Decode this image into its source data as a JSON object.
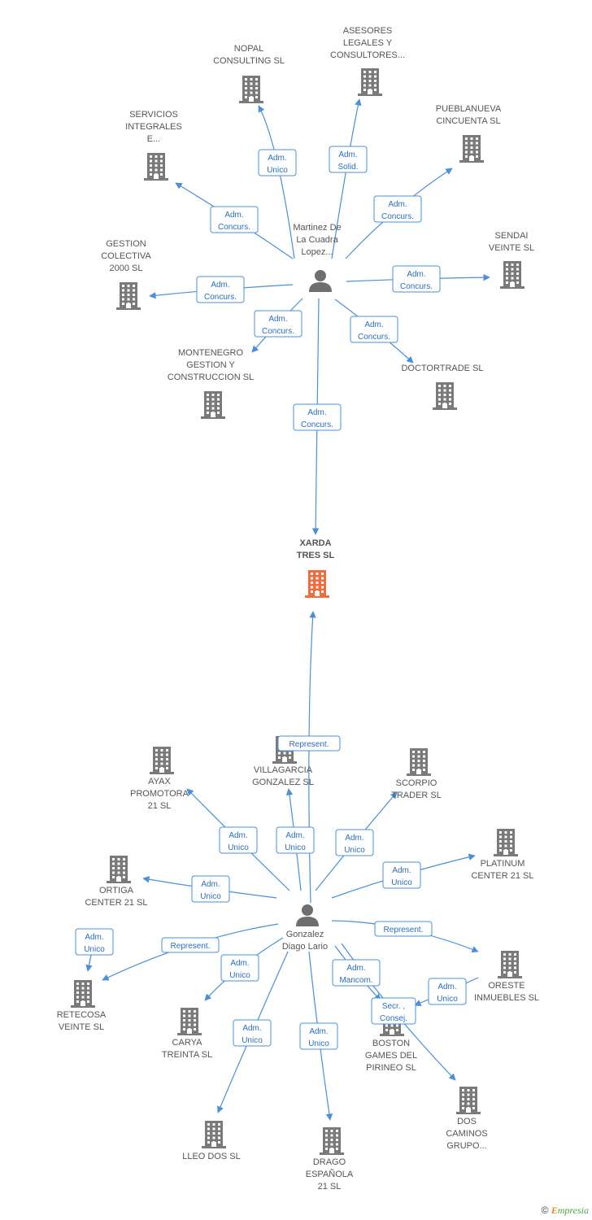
{
  "center": {
    "label": [
      "XARDA",
      "TRES SL"
    ],
    "color": "#f26b3a"
  },
  "persons": [
    {
      "id": "p1",
      "label": [
        "Martinez De",
        "La Cuadra",
        "Lopez..."
      ]
    },
    {
      "id": "p2",
      "label": [
        "Gonzalez",
        "Diago Lario"
      ]
    }
  ],
  "companies": [
    {
      "id": "c1",
      "label": [
        "NOPAL",
        "CONSULTING SL"
      ]
    },
    {
      "id": "c2",
      "label": [
        "ASESORES",
        "LEGALES Y",
        "CONSULTORES..."
      ]
    },
    {
      "id": "c3",
      "label": [
        "SERVICIOS",
        "INTEGRALES",
        "E..."
      ]
    },
    {
      "id": "c4",
      "label": [
        "PUEBLANUEVA",
        "CINCUENTA SL"
      ]
    },
    {
      "id": "c5",
      "label": [
        "GESTION",
        "COLECTIVA",
        "2000 SL"
      ]
    },
    {
      "id": "c6",
      "label": [
        "SENDAI",
        "VEINTE SL"
      ]
    },
    {
      "id": "c7",
      "label": [
        "MONTENEGRO",
        "GESTION Y",
        "CONSTRUCCION SL"
      ]
    },
    {
      "id": "c8",
      "label": [
        "DOCTORTRADE SL"
      ]
    },
    {
      "id": "c9",
      "label": [
        "AYAX",
        "PROMOTORA",
        "21 SL"
      ]
    },
    {
      "id": "c10",
      "label": [
        "VILLAGARCIA",
        "GONZALEZ SL"
      ]
    },
    {
      "id": "c11",
      "label": [
        "SCORPIO",
        "TRADER SL"
      ]
    },
    {
      "id": "c12",
      "label": [
        "PLATINUM",
        "CENTER 21 SL"
      ]
    },
    {
      "id": "c13",
      "label": [
        "ORTIGA",
        "CENTER 21 SL"
      ]
    },
    {
      "id": "c14",
      "label": [
        "RETECOSA",
        "VEINTE SL"
      ]
    },
    {
      "id": "c15",
      "label": [
        "CARYA",
        "TREINTA SL"
      ]
    },
    {
      "id": "c16",
      "label": [
        "ORESTE",
        "INMUEBLES SL"
      ]
    },
    {
      "id": "c17",
      "label": [
        "BOSTON",
        "GAMES DEL",
        "PIRINEO  SL"
      ]
    },
    {
      "id": "c18",
      "label": [
        "DOS",
        "CAMINOS",
        "GRUPO..."
      ]
    },
    {
      "id": "c19",
      "label": [
        "LLEO DOS SL"
      ]
    },
    {
      "id": "c20",
      "label": [
        "DRAGO",
        "ESPAÑOLA",
        "21 SL"
      ]
    }
  ],
  "relations": [
    {
      "from": "p1",
      "to": "c1",
      "role": [
        "Adm.",
        "Unico"
      ]
    },
    {
      "from": "p1",
      "to": "c2",
      "role": [
        "Adm.",
        "Solid."
      ]
    },
    {
      "from": "p1",
      "to": "c3",
      "role": [
        "Adm.",
        "Concurs."
      ]
    },
    {
      "from": "p1",
      "to": "c4",
      "role": [
        "Adm.",
        "Concurs."
      ]
    },
    {
      "from": "p1",
      "to": "c5",
      "role": [
        "Adm.",
        "Concurs."
      ]
    },
    {
      "from": "p1",
      "to": "c6",
      "role": [
        "Adm.",
        "Concurs."
      ]
    },
    {
      "from": "p1",
      "to": "c7",
      "role": [
        "Adm.",
        "Concurs."
      ]
    },
    {
      "from": "p1",
      "to": "c8",
      "role": [
        "Adm.",
        "Concurs."
      ]
    },
    {
      "from": "p1",
      "to": "center",
      "role": [
        "Adm.",
        "Concurs."
      ]
    },
    {
      "from": "p2",
      "to": "center",
      "role": [
        "Represent."
      ]
    },
    {
      "from": "p2",
      "to": "c9",
      "role": [
        "Adm.",
        "Unico"
      ]
    },
    {
      "from": "p2",
      "to": "c10",
      "role": [
        "Adm.",
        "Unico"
      ]
    },
    {
      "from": "p2",
      "to": "c11",
      "role": [
        "Adm.",
        "Unico"
      ]
    },
    {
      "from": "p2",
      "to": "c12",
      "role": [
        "Adm.",
        "Unico"
      ]
    },
    {
      "from": "p2",
      "to": "c13",
      "role": [
        "Adm.",
        "Unico"
      ]
    },
    {
      "from": "p2",
      "to": "c14",
      "role": [
        "Represent."
      ]
    },
    {
      "from": "c13",
      "to": "c14",
      "role": [
        "Adm.",
        "Unico"
      ]
    },
    {
      "from": "p2",
      "to": "c15",
      "role": [
        "Adm.",
        "Unico"
      ]
    },
    {
      "from": "p2",
      "to": "c16",
      "role": [
        "Represent."
      ]
    },
    {
      "from": "p2",
      "to": "c17",
      "role": [
        "Adm.",
        "Mancom."
      ]
    },
    {
      "from": "c16",
      "to": "c17",
      "role": [
        "Adm.",
        "Unico"
      ]
    },
    {
      "from": "p2",
      "to": "c18",
      "role": [
        "Secr. ,",
        "Consej."
      ]
    },
    {
      "from": "p2",
      "to": "c19",
      "role": [
        "Adm.",
        "Unico"
      ]
    },
    {
      "from": "p2",
      "to": "c20",
      "role": [
        "Adm.",
        "Unico"
      ]
    }
  ],
  "footer": {
    "copyright": "©",
    "brand_initial": "E",
    "brand_rest": "mpresia"
  },
  "colors": {
    "edge": "#4a8fd8",
    "building": "#7a7a7a",
    "person": "#6e6e6e",
    "center": "#f26b3a"
  }
}
